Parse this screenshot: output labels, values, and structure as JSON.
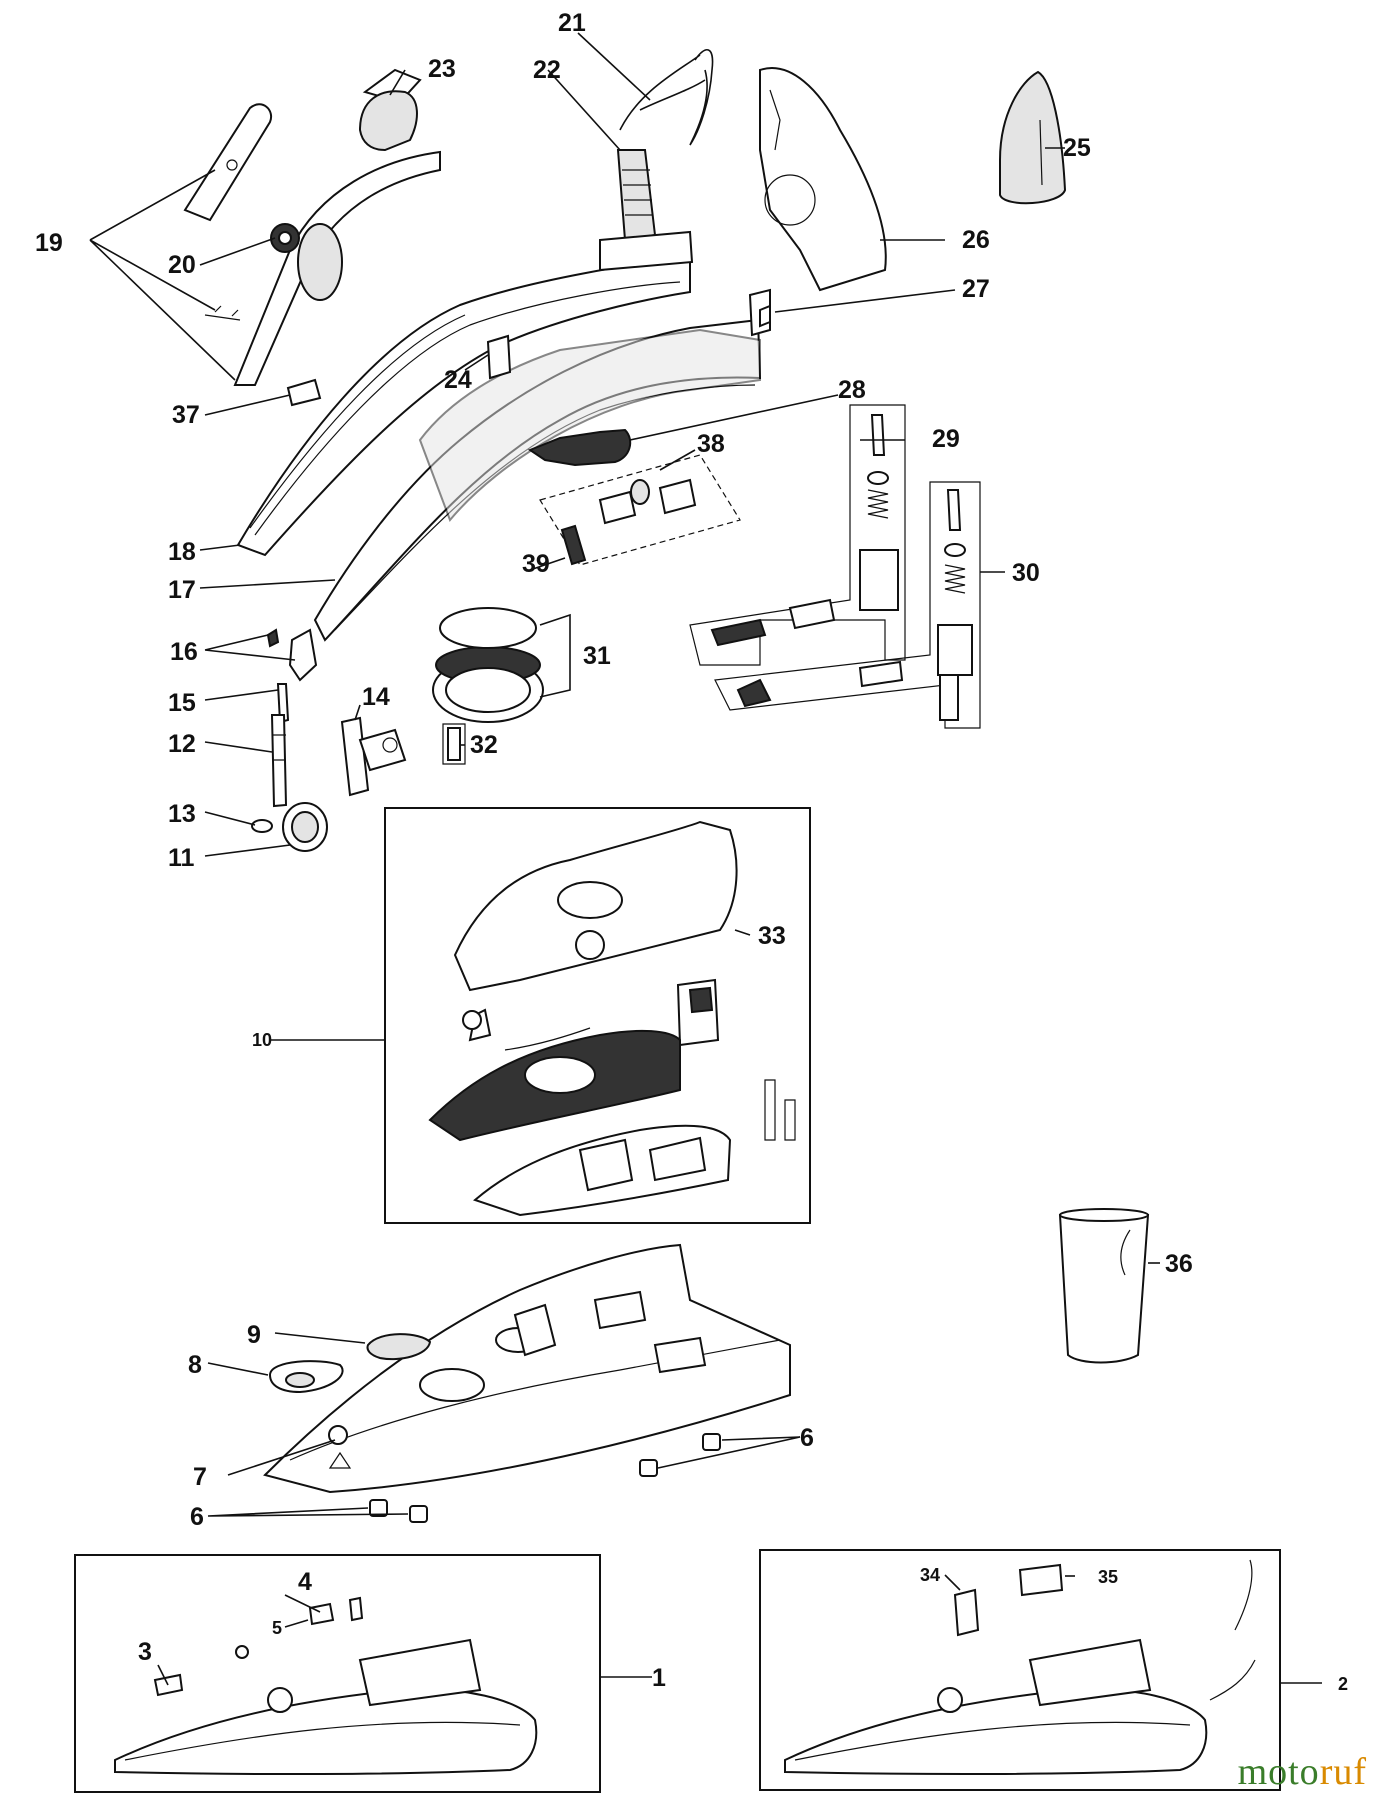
{
  "callouts": {
    "c1": "1",
    "c2": "2",
    "c3": "3",
    "c4": "4",
    "c5": "5",
    "c6a": "6",
    "c6b": "6",
    "c7": "7",
    "c8": "8",
    "c9": "9",
    "c10": "10",
    "c11": "11",
    "c12": "12",
    "c13": "13",
    "c14": "14",
    "c15": "15",
    "c16": "16",
    "c17": "17",
    "c18": "18",
    "c19": "19",
    "c20": "20",
    "c21": "21",
    "c22": "22",
    "c23": "23",
    "c24": "24",
    "c25": "25",
    "c26": "26",
    "c27": "27",
    "c28": "28",
    "c29": "29",
    "c30": "30",
    "c31": "31",
    "c32": "32",
    "c33": "33",
    "c34": "34",
    "c35": "35",
    "c36": "36",
    "c37": "37",
    "c38": "38",
    "c39": "39"
  },
  "watermark": {
    "part1": "moto",
    "part2": "ruf"
  },
  "colors": {
    "line": "#111111",
    "background": "#ffffff",
    "watermark_green": "#3a7d2a",
    "watermark_orange": "#d98a00"
  }
}
